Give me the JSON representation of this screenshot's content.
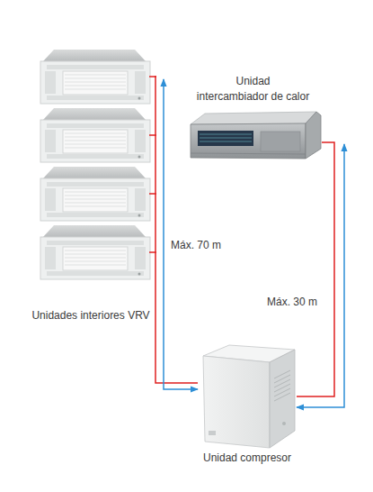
{
  "diagram": {
    "nodes": [
      {
        "text": [
          "Unidades interiores VRV"
        ]
      },
      {
        "text": [
          "Unidad intercambiador de calor"
        ]
      },
      {
        "text": [
          "Unidad compresor"
        ]
      }
    ],
    "edges": [
      {
        "from": 0,
        "to": 2,
        "arrow": "none"
      },
      {
        "from": 0,
        "to": 2,
        "arrow": "both"
      },
      {
        "from": 1,
        "to": 2,
        "arrow": "none"
      },
      {
        "from": 2,
        "to": 1,
        "arrow": "both"
      }
    ],
    "labels": [
      "Máx. 70 m",
      "Máx. 30 m"
    ]
  }
}
